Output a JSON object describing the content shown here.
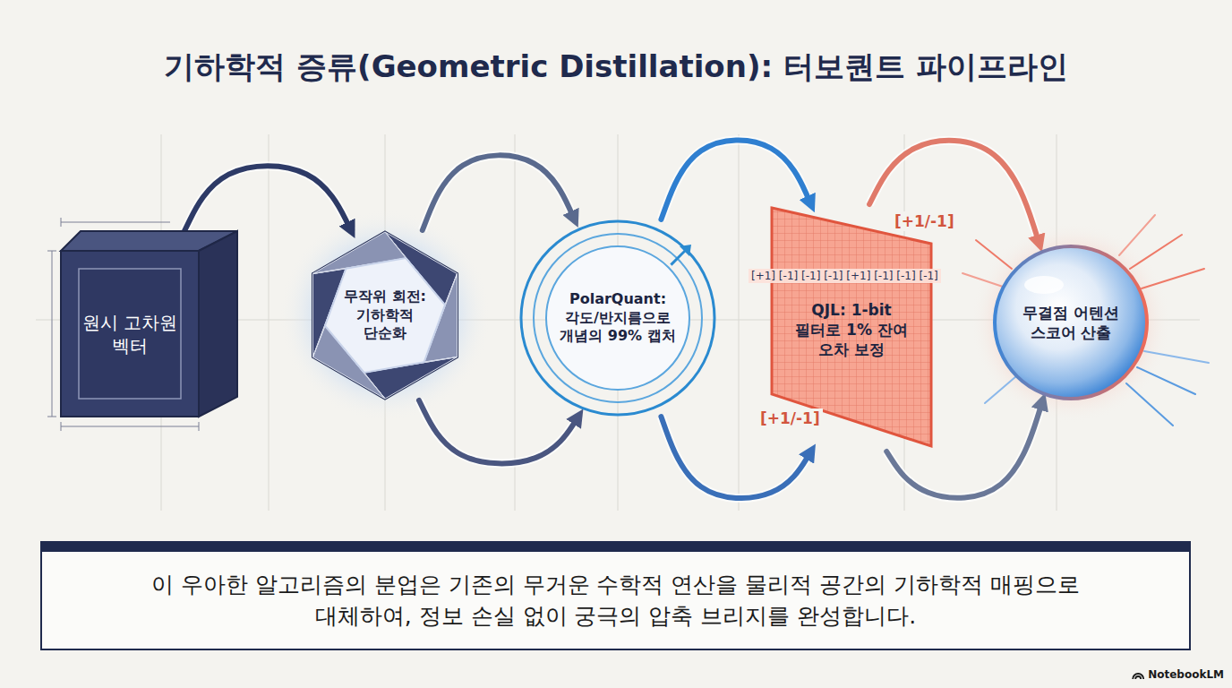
{
  "diagram": {
    "title": "기하학적 증류(Geometric Distillation): 터보퀀트 파이프라인",
    "caption": "이 우아한 알고리즘의 분업은 기존의 무거운 수학적 연산을 물리적 공간의 기하학적 매핑으로 대체하여, 정보 손실 없이 궁극의 압축 브리지를 완성합니다.",
    "nodes": [
      {
        "text": [
          "원시 고차원 벡터"
        ]
      },
      {
        "text": [
          "무작위 회전: 기하학적 단순화"
        ]
      },
      {
        "text": [
          "PolarQuant: 각도/반지름으로 개념의 99% 캡처"
        ]
      },
      {
        "text": [
          "QJL: 1-bit 필터로 1% 잔여 오차 보정"
        ]
      },
      {
        "text": [
          "무결점 어텐션 스코어 산출"
        ]
      }
    ],
    "edges": [
      {
        "from": 0,
        "to": 1,
        "arrow": "to"
      },
      {
        "from": 1,
        "to": 2,
        "arrow": "to"
      },
      {
        "from": 2,
        "to": 3,
        "arrow": "to"
      },
      {
        "from": 3,
        "to": 4,
        "arrow": "to"
      },
      {
        "from": 1,
        "to": 2,
        "arrow": "to"
      },
      {
        "from": 2,
        "to": 3,
        "arrow": "to"
      },
      {
        "from": 3,
        "to": 4,
        "arrow": "to"
      }
    ],
    "labels": [
      "[+1/-1]",
      "[+1] [-1] [-1] [-1] [+1] [-1] [-1] [-1]",
      "[+1/-1]",
      "NotebookLM"
    ]
  }
}
